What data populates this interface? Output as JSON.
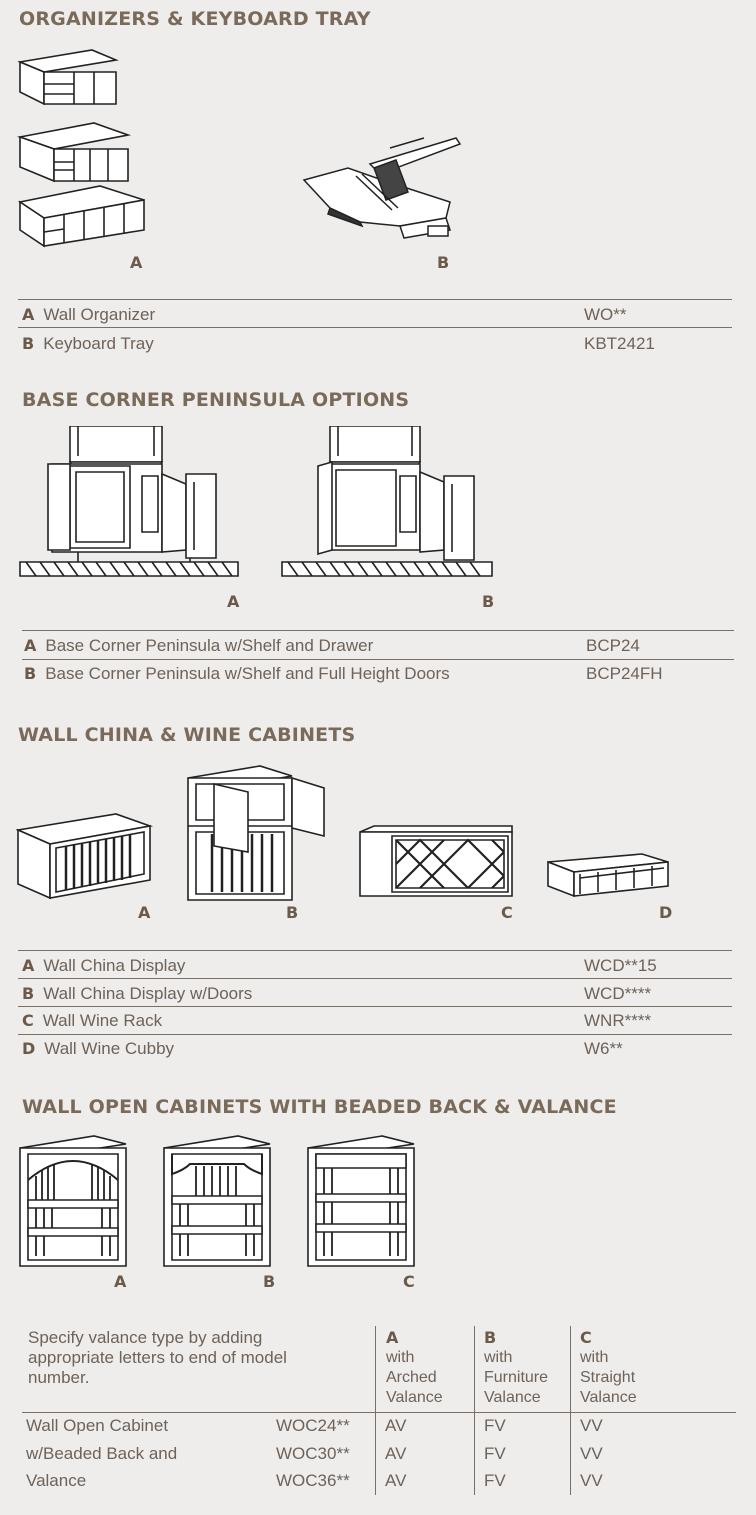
{
  "organizers": {
    "heading": "ORGANIZERS & KEYBOARD TRAY",
    "figure_labels": [
      "A",
      "B"
    ],
    "rows": [
      {
        "letter": "A",
        "name": "Wall Organizer",
        "code": "WO**"
      },
      {
        "letter": "B",
        "name": "Keyboard Tray",
        "code": "KBT2421"
      }
    ]
  },
  "peninsula": {
    "heading": "BASE CORNER PENINSULA OPTIONS",
    "figure_labels": [
      "A",
      "B"
    ],
    "rows": [
      {
        "letter": "A",
        "name": "Base Corner Peninsula w/Shelf and Drawer",
        "code": "BCP24"
      },
      {
        "letter": "B",
        "name": "Base Corner Peninsula w/Shelf and Full Height Doors",
        "code": "BCP24FH"
      }
    ]
  },
  "china_wine": {
    "heading": "WALL CHINA & WINE CABINETS",
    "figure_labels": [
      "A",
      "B",
      "C",
      "D"
    ],
    "rows": [
      {
        "letter": "A",
        "name": "Wall China Display",
        "code": "WCD**15"
      },
      {
        "letter": "B",
        "name": "Wall China Display w/Doors",
        "code": "WCD****"
      },
      {
        "letter": "C",
        "name": "Wall Wine Rack",
        "code": "WNR****"
      },
      {
        "letter": "D",
        "name": "Wall Wine Cubby",
        "code": "W6**"
      }
    ]
  },
  "open_cabinets": {
    "heading": "WALL OPEN CABINETS WITH BEADED BACK & VALANCE",
    "figure_labels": [
      "A",
      "B",
      "C"
    ],
    "spec_note": "Specify valance type by adding appropriate letters to end of model number.",
    "columns": [
      {
        "letter": "A",
        "line1": "with",
        "line2": "Arched",
        "line3": "Valance"
      },
      {
        "letter": "B",
        "line1": "with",
        "line2": "Furniture",
        "line3": "Valance"
      },
      {
        "letter": "C",
        "line1": "with",
        "line2": "Straight",
        "line3": "Valance"
      }
    ],
    "name_lines": [
      "Wall Open Cabinet",
      "w/Beaded Back and",
      "Valance"
    ],
    "rows": [
      {
        "code": "WOC24**",
        "a": "AV",
        "b": "FV",
        "c": "VV"
      },
      {
        "code": "WOC30**",
        "a": "AV",
        "b": "FV",
        "c": "VV"
      },
      {
        "code": "WOC36**",
        "a": "AV",
        "b": "FV",
        "c": "VV"
      }
    ]
  }
}
